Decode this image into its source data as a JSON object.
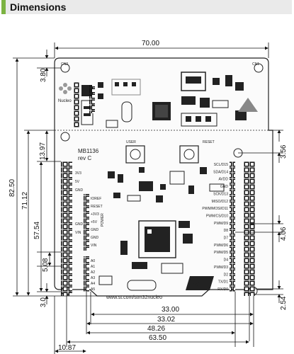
{
  "header": {
    "title": "Dimensions"
  },
  "dimensions": {
    "top_width": "70.00",
    "left_3_80": "3.80",
    "left_82_50": "82.50",
    "left_71_12": "71.12",
    "left_13_97": "13.97",
    "left_57_54": "57.54",
    "left_5_08": "5.08",
    "left_3_0": "3.0",
    "right_3_56": "3.56",
    "right_4_06": "4.06",
    "right_2_54": "2.54",
    "bottom_33_00": "33.00",
    "bottom_33_02": "33.02",
    "bottom_48_26": "48.26",
    "bottom_63_50": "63.50",
    "bottom_10_87": "10.87"
  },
  "board": {
    "label_mb": "MB1136",
    "label_rev": "rev C",
    "label_user": "USER",
    "label_reset": "RESET",
    "label_url": "www.st.com/stm32nucleo",
    "label_nucleo": "Nucleo",
    "label_st": "ST",
    "label_power": "POWER",
    "label_cn2": "CN2",
    "label_cn1": "CN1",
    "left_header_labels": [
      "3V3",
      "5V",
      "GND",
      "GND",
      "VIN"
    ],
    "power_labels": [
      "IOREF",
      "RESET",
      "+3V3",
      "+5V",
      "GND",
      "GND",
      "VIN"
    ],
    "analog_labels": [
      "A0",
      "A1",
      "A2",
      "A3",
      "A4",
      "A5"
    ],
    "right_header_labels": [
      "SCL/D15",
      "SDA/D14",
      "AVDD",
      "GND",
      "SCK/D13",
      "MISO/D12",
      "PWM/MOSI/D11",
      "PWM/CS/D10",
      "PWM/D9",
      "D8",
      "D7",
      "PWM/D6",
      "PWM/D5",
      "D4",
      "PWM/D3",
      "D2",
      "TX/D1",
      "RX/D0"
    ]
  }
}
